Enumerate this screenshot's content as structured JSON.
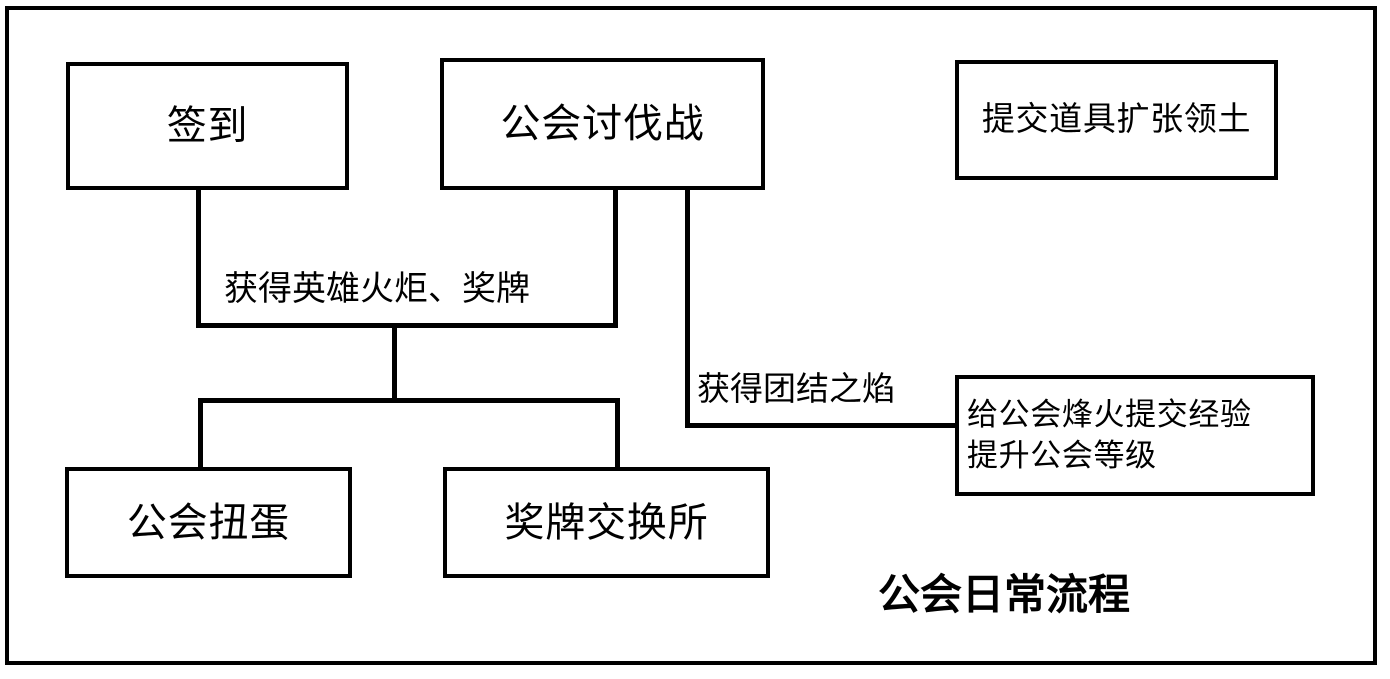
{
  "diagram": {
    "caption": "公会日常流程",
    "frame": {
      "style": "rectangle-border"
    },
    "nodes": [
      {
        "id": "checkin",
        "label": "签到"
      },
      {
        "id": "raid",
        "label": "公会讨伐战"
      },
      {
        "id": "territory",
        "label": "提交道具扩张领土"
      },
      {
        "id": "guildfire",
        "label": "给公会烽火提交经验\n提升公会等级"
      },
      {
        "id": "gacha",
        "label": "公会扭蛋"
      },
      {
        "id": "medal",
        "label": "奖牌交换所"
      }
    ],
    "edge_labels": [
      {
        "id": "reward",
        "text": "获得英雄火炬、奖牌"
      },
      {
        "id": "unity",
        "text": "获得团结之焰"
      }
    ],
    "colors": {
      "stroke": "#000000",
      "background": "#ffffff",
      "text": "#000000"
    }
  }
}
